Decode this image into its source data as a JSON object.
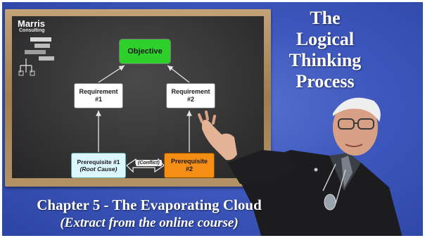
{
  "logo": {
    "name": "Marris",
    "sub": "Consulting"
  },
  "diagram": {
    "objective": "Objective",
    "requirement_1": {
      "line1": "Requirement",
      "line2": "#1"
    },
    "requirement_2": {
      "line1": "Requirement",
      "line2": "#2"
    },
    "prerequisite_1": {
      "line1": "Prerequisite #1",
      "line2": "(Root Cause)"
    },
    "prerequisite_2": {
      "line1": "Prerequisite",
      "line2": "#2"
    },
    "conflict": "(Conflict)"
  },
  "title": {
    "line1": "The",
    "line2": "Logical",
    "line3": "Thinking",
    "line4": "Process"
  },
  "caption": {
    "main": "Chapter 5 - The Evaporating Cloud",
    "sub": "(Extract from the online course)"
  },
  "colors": {
    "background": "#3d57bd",
    "objective": "#2ed02a",
    "prerequisite_1": "#dbf6ff",
    "prerequisite_2": "#f58e15"
  }
}
